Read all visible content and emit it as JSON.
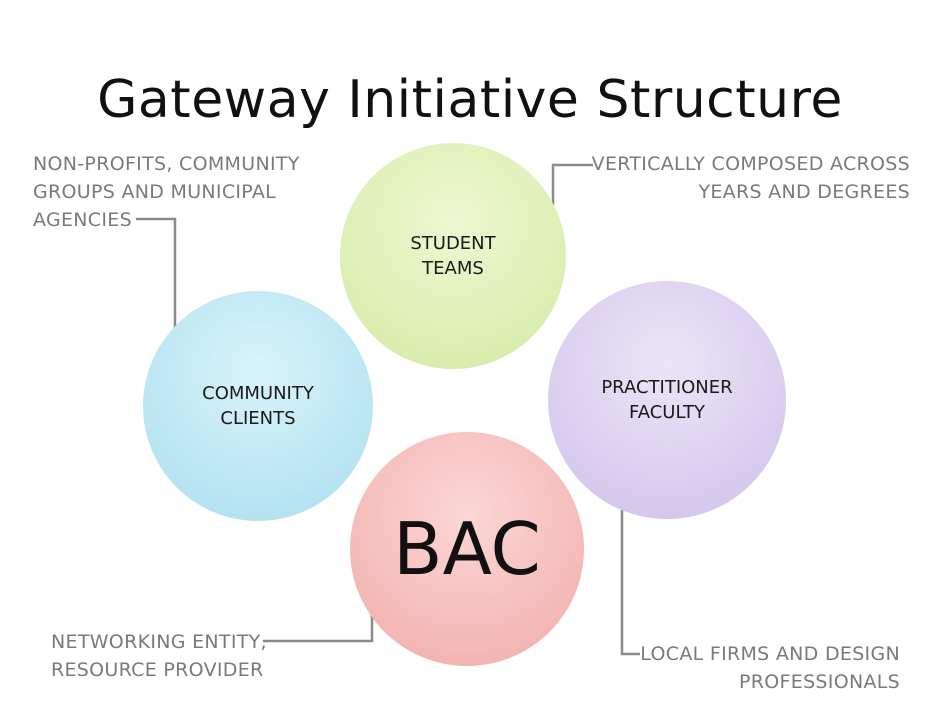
{
  "title": "Gateway Initiative Structure",
  "nodes": {
    "students": {
      "label": "STUDENT\nTEAMS",
      "color": "#dbeeb1"
    },
    "clients": {
      "label": "COMMUNITY\nCLIENTS",
      "color": "#b8e4f2"
    },
    "faculty": {
      "label": "PRACTITIONER\nFACULTY",
      "color": "#d7cbee"
    },
    "bac": {
      "label": "BAC",
      "color": "#f4b8b6"
    }
  },
  "notes": {
    "clients": "NON-PROFITS, COMMUNITY\nGROUPS AND MUNICIPAL\nAGENCIES",
    "students": "VERTICALLY COMPOSED ACROSS\nYEARS AND DEGREES",
    "bac": "NETWORKING ENTITY,\nRESOURCE PROVIDER",
    "faculty": "LOCAL FIRMS AND DESIGN\nPROFESSIONALS"
  },
  "connector_color": "#8a8a8a"
}
